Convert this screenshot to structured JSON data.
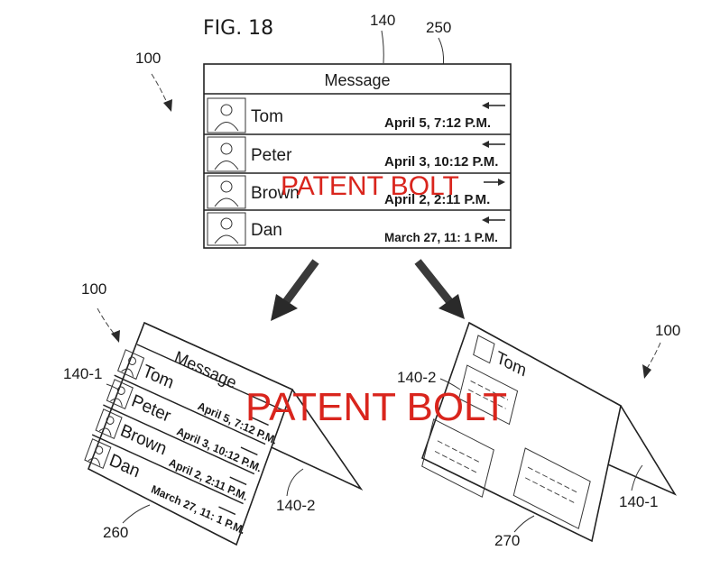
{
  "figure": {
    "title": "FIG. 18",
    "refs": {
      "device_top": "100",
      "screen_top": "140",
      "ui_top": "250",
      "device_left": "100",
      "panel_left_front": "140-1",
      "panel_left_back": "140-2",
      "ui_left": "260",
      "device_right": "100",
      "panel_right_front": "140-2",
      "panel_right_back": "140-1",
      "ui_right": "270"
    }
  },
  "message_screen": {
    "title": "Message",
    "rows": [
      {
        "name": "Tom",
        "date": "April 5, 7:12 P.M.",
        "arrow": "left"
      },
      {
        "name": "Peter",
        "date": "April 3, 10:12 P.M.",
        "arrow": "left"
      },
      {
        "name": "Brown",
        "date": "April 2, 2:11 P.M.",
        "arrow": "right"
      },
      {
        "name": "Dan",
        "date": "March 27, 11: 1 P.M.",
        "arrow": "left"
      }
    ]
  },
  "right_screen": {
    "contact_name": "Tom"
  },
  "watermark": {
    "small": "PATENT BOLT",
    "large": "PATENT BOLT",
    "color": "#d9251d"
  }
}
